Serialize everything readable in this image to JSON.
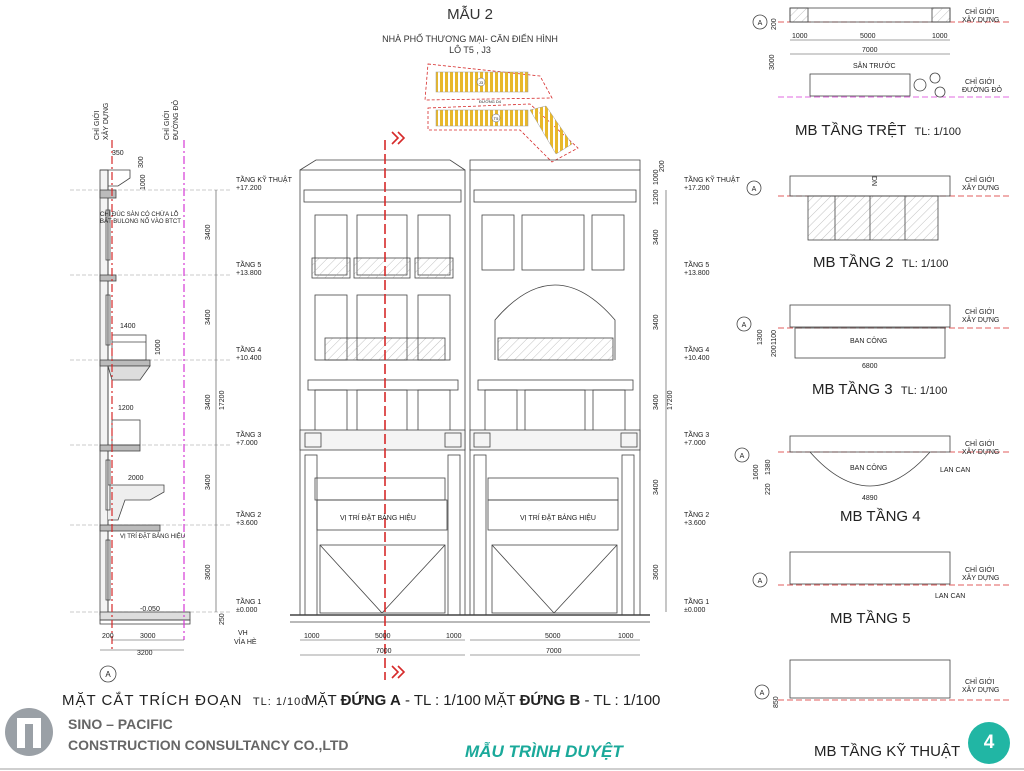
{
  "header": {
    "title": "MẪU 2",
    "subtitle": "NHÀ PHỐ THƯƠNG MẠI- CĂN ĐIỂN HÌNH",
    "lot": "LÔ T5 , J3"
  },
  "site_plan": {
    "block_top": "J3",
    "block_bottom": "T5",
    "street": "ĐƯỜNG D4"
  },
  "section": {
    "caption": "MẶT CẮT TRÍCH ĐOẠN",
    "scale": "TL: 1/100",
    "line_build": "CHỈ GIỚI XÂY DỰNG",
    "line_road": "CHỈ GIỚI ĐƯỜNG ĐỎ",
    "note_slab": "CHỈ ĐÚC SÀN CÓ CHỪA LỖ",
    "note_pipe": "BẮT BULONG NỐ VÀO BTCT",
    "sign_position": "VỊ TRÍ ĐẶT BẢNG HIỆU",
    "dims": {
      "top_350": "350",
      "top_300": "300",
      "parapet_1000": "1000",
      "bal4_w": "1400",
      "bal4_h": "1000",
      "bal3_w": "1200",
      "canopy_w": "2000",
      "ground_level": "-0.050",
      "b_200": "200",
      "b_3000": "3000",
      "b_3200": "3200",
      "vh": "VH",
      "via_he": "VỈA HÈ",
      "axis": "A",
      "dim_250": "250"
    }
  },
  "levels": [
    {
      "name": "TẦNG KỸ THUẬT",
      "elev": "+17.200"
    },
    {
      "name": "TẦNG 5",
      "elev": "+13.800"
    },
    {
      "name": "TẦNG 4",
      "elev": "+10.400"
    },
    {
      "name": "TẦNG 3",
      "elev": "+7.000"
    },
    {
      "name": "TẦNG 2",
      "elev": "+3.600"
    },
    {
      "name": "TẦNG 1",
      "elev": "±0.000"
    }
  ],
  "heights": {
    "h1000": "1000",
    "h200": "200",
    "h1200": "1200",
    "h3400": "3400",
    "h3600": "3600",
    "h17200": "17200"
  },
  "elevation": {
    "caption_a_prefix": "MẶT ",
    "caption_a_bold": "ĐỨNG A",
    "caption_a_scale": " - TL : 1/100",
    "caption_b_prefix": "MẶT ",
    "caption_b_bold": "ĐỨNG B",
    "caption_b_scale": " - TL : 1/100",
    "sign_a": "VỊ TRÍ ĐẶT BẢNG HIỆU",
    "sign_b": "VỊ TRÍ ĐẶT BẢNG HIỆU",
    "dims_a": [
      "1000",
      "5000",
      "1000"
    ],
    "total_a": "7000",
    "dims_b": [
      "5000",
      "1000"
    ],
    "total_b": "7000"
  },
  "plans": {
    "ground": {
      "title": "MB TẦNG TRỆT",
      "scale": "TL: 1/100",
      "dims": [
        "1000",
        "5000",
        "1000"
      ],
      "total": "7000",
      "front_yard": "SÂN TRƯỚC",
      "depth": "3000",
      "d200": "200",
      "line_build": "CHỈ GIỚI XÂY DỰNG",
      "line_road": "CHỈ GIỚI ĐƯỜNG ĐỎ"
    },
    "f2": {
      "title": "MB TẦNG 2",
      "scale": "TL: 1/100",
      "line_build": "CHỈ GIỚI XÂY DỰNG",
      "dn": "DN"
    },
    "f3": {
      "title": "MB TẦNG 3",
      "scale": "TL: 1/100",
      "balcony": "BAN CÔNG",
      "width": "6800",
      "d1300": "1300",
      "d200": "200",
      "d1100": "1100",
      "line_build": "CHỈ GIỚI XÂY DỰNG"
    },
    "f4": {
      "title": "MB TẦNG 4",
      "balcony": "BAN CÔNG",
      "railing": "LAN CAN",
      "width": "4890",
      "d1600": "1600",
      "d220": "220",
      "d1380": "1380",
      "line_build": "CHỈ GIỚI XÂY DỰNG"
    },
    "f5": {
      "title": "MB TẦNG 5",
      "railing": "LAN CAN",
      "line_build": "CHỈ GIỚI XÂY DỰNG"
    },
    "tech": {
      "title": "MB TẦNG KỸ THUẬT",
      "d850": "850",
      "line_build": "CHỈ GIỚI XÂY DỰNG"
    },
    "axis": "A"
  },
  "footer": {
    "company_line1": "SINO – PACIFIC",
    "company_line2": "CONSTRUCTION CONSULTANCY CO.,LTD",
    "status": "MẪU TRÌNH DUYỆT",
    "page": "4"
  },
  "colors": {
    "accent": "#21b6a4",
    "cut_line": "#d62a2a",
    "road_line": "#d63ad6",
    "site_block": "#e8b82a"
  }
}
